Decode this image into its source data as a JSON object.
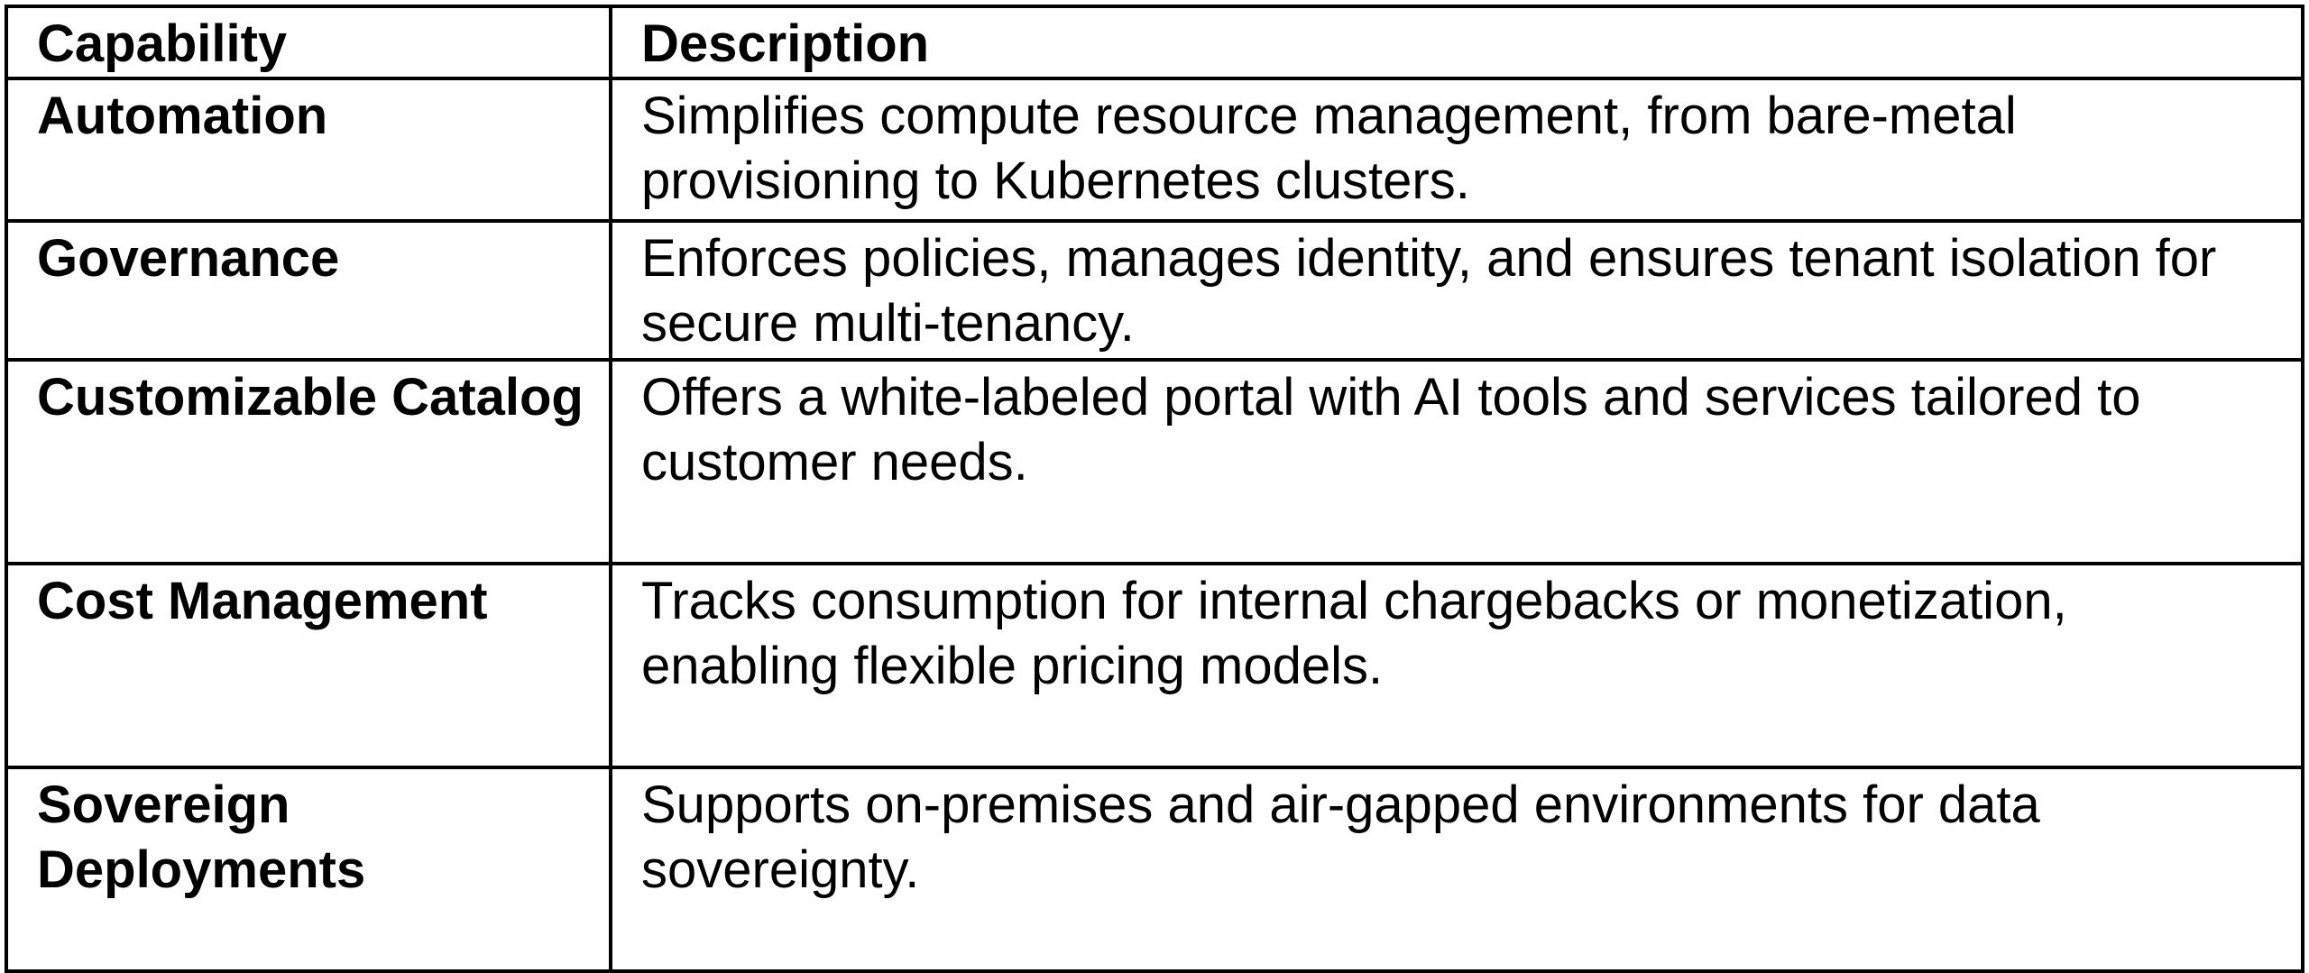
{
  "table": {
    "headers": [
      "Capability",
      "Description"
    ],
    "rows": [
      {
        "capability": "Automation",
        "description": "Simplifies compute resource management, from bare-metal provisioning to Kubernetes clusters."
      },
      {
        "capability": "Governance",
        "description": "Enforces policies, manages identity, and ensures tenant isolation for secure multi-tenancy."
      },
      {
        "capability": "Customizable Catalog",
        "description": "Offers a white-labeled portal with AI tools and services tailored to customer needs."
      },
      {
        "capability": "Cost Management",
        "description": "Tracks consumption for internal chargebacks or monetization, enabling flexible pricing models."
      },
      {
        "capability": "Sovereign Deployments",
        "description": "Supports on-premises and air-gapped environments for data sovereignty."
      }
    ]
  }
}
